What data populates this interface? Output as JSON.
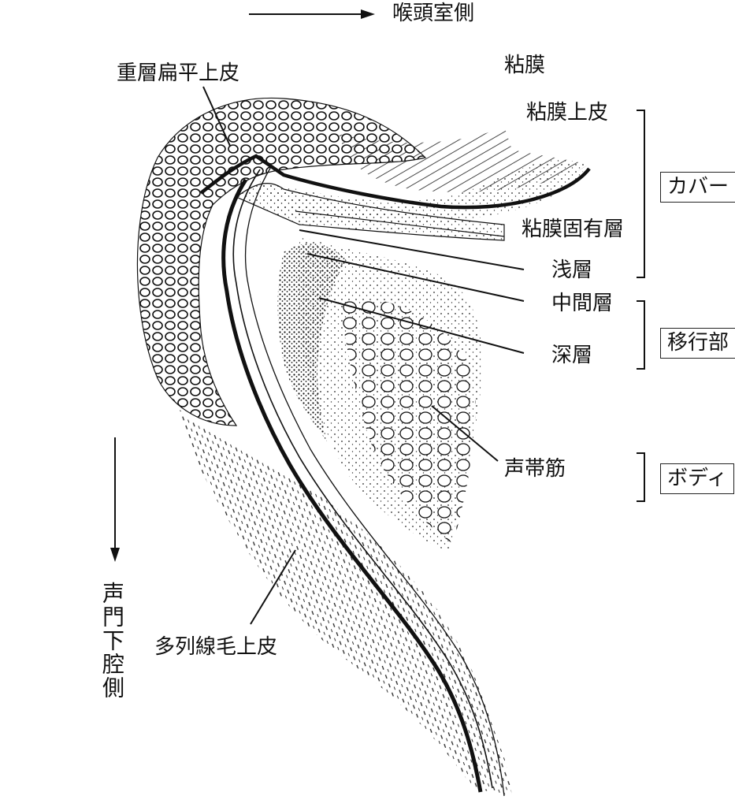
{
  "labels": {
    "supraglottic_side": "喉頭室側",
    "stratified_squamous": "重層扁平上皮",
    "mucosa": "粘膜",
    "mucosal_epithelium": "粘膜上皮",
    "lamina_propria": "粘膜固有層",
    "superficial_layer": "浅層",
    "intermediate_layer": "中間層",
    "deep_layer": "深層",
    "vocalis_muscle": "声帯筋",
    "ciliated_epithelium": "多列線毛上皮",
    "subglottic_side": "声門下腔側"
  },
  "groups": {
    "cover": "カバー",
    "transition": "移行部",
    "body": "ボディ"
  },
  "colors": {
    "ink": "#111111",
    "background": "#ffffff"
  }
}
